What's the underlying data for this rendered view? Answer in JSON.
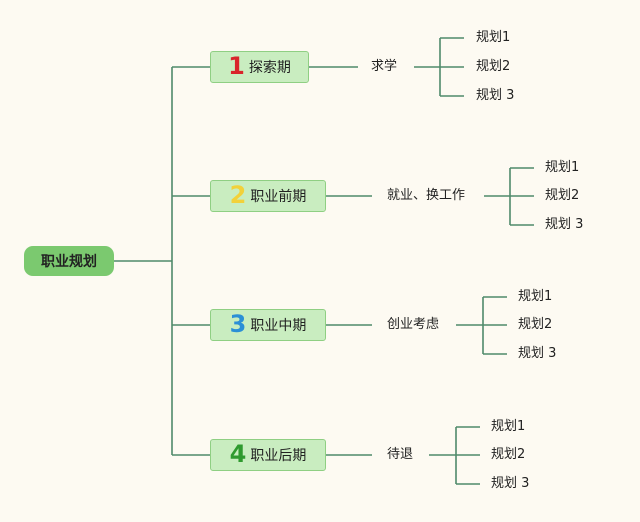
{
  "root": {
    "label": "职业规划"
  },
  "colors": {
    "line": "#4f8a6a",
    "root_fill": "#7bc96f",
    "stage_fill": "#c9edc0",
    "stage_border": "#8fcf83"
  },
  "stages": [
    {
      "number": "1",
      "number_color": "#d9242b",
      "label": "探索期",
      "topic": "求学",
      "leaves": [
        "规划1",
        "规划2",
        "规划 3"
      ]
    },
    {
      "number": "2",
      "number_color": "#f2d13a",
      "label": "职业前期",
      "topic": "就业、换工作",
      "leaves": [
        "规划1",
        "规划2",
        "规划 3"
      ]
    },
    {
      "number": "3",
      "number_color": "#2b8fd6",
      "label": "职业中期",
      "topic": "创业考虑",
      "leaves": [
        "规划1",
        "规划2",
        "规划 3"
      ]
    },
    {
      "number": "4",
      "number_color": "#2f9a2f",
      "label": "职业后期",
      "topic": "待退",
      "leaves": [
        "规划1",
        "规划2",
        "规划 3"
      ]
    }
  ]
}
